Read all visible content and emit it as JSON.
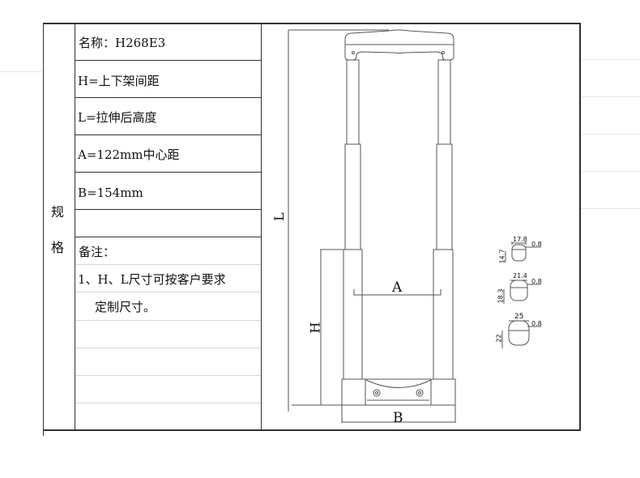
{
  "table": {
    "side_label": [
      "规",
      "格"
    ],
    "rows": [
      {
        "text": "名称：H268E3"
      },
      {
        "text": "H=上下架间距"
      },
      {
        "text": "L=拉伸后高度"
      },
      {
        "text": "A=122mm中心距"
      },
      {
        "text": "B=154mm"
      },
      {
        "text": ""
      }
    ],
    "notes_title": "备注：",
    "notes": [
      "1、H、L尺寸可按客户要求",
      "定制尺寸。"
    ]
  },
  "drawing": {
    "dimension_labels": {
      "L": "L",
      "A": "A",
      "H": "H",
      "B": "B"
    },
    "profiles": [
      {
        "width": "17.8",
        "height": "14.7",
        "thickness": "0.8"
      },
      {
        "width": "21.4",
        "height": "18.3",
        "thickness": "0.8"
      },
      {
        "width": "25",
        "height": "22",
        "thickness": "0.8"
      }
    ]
  }
}
